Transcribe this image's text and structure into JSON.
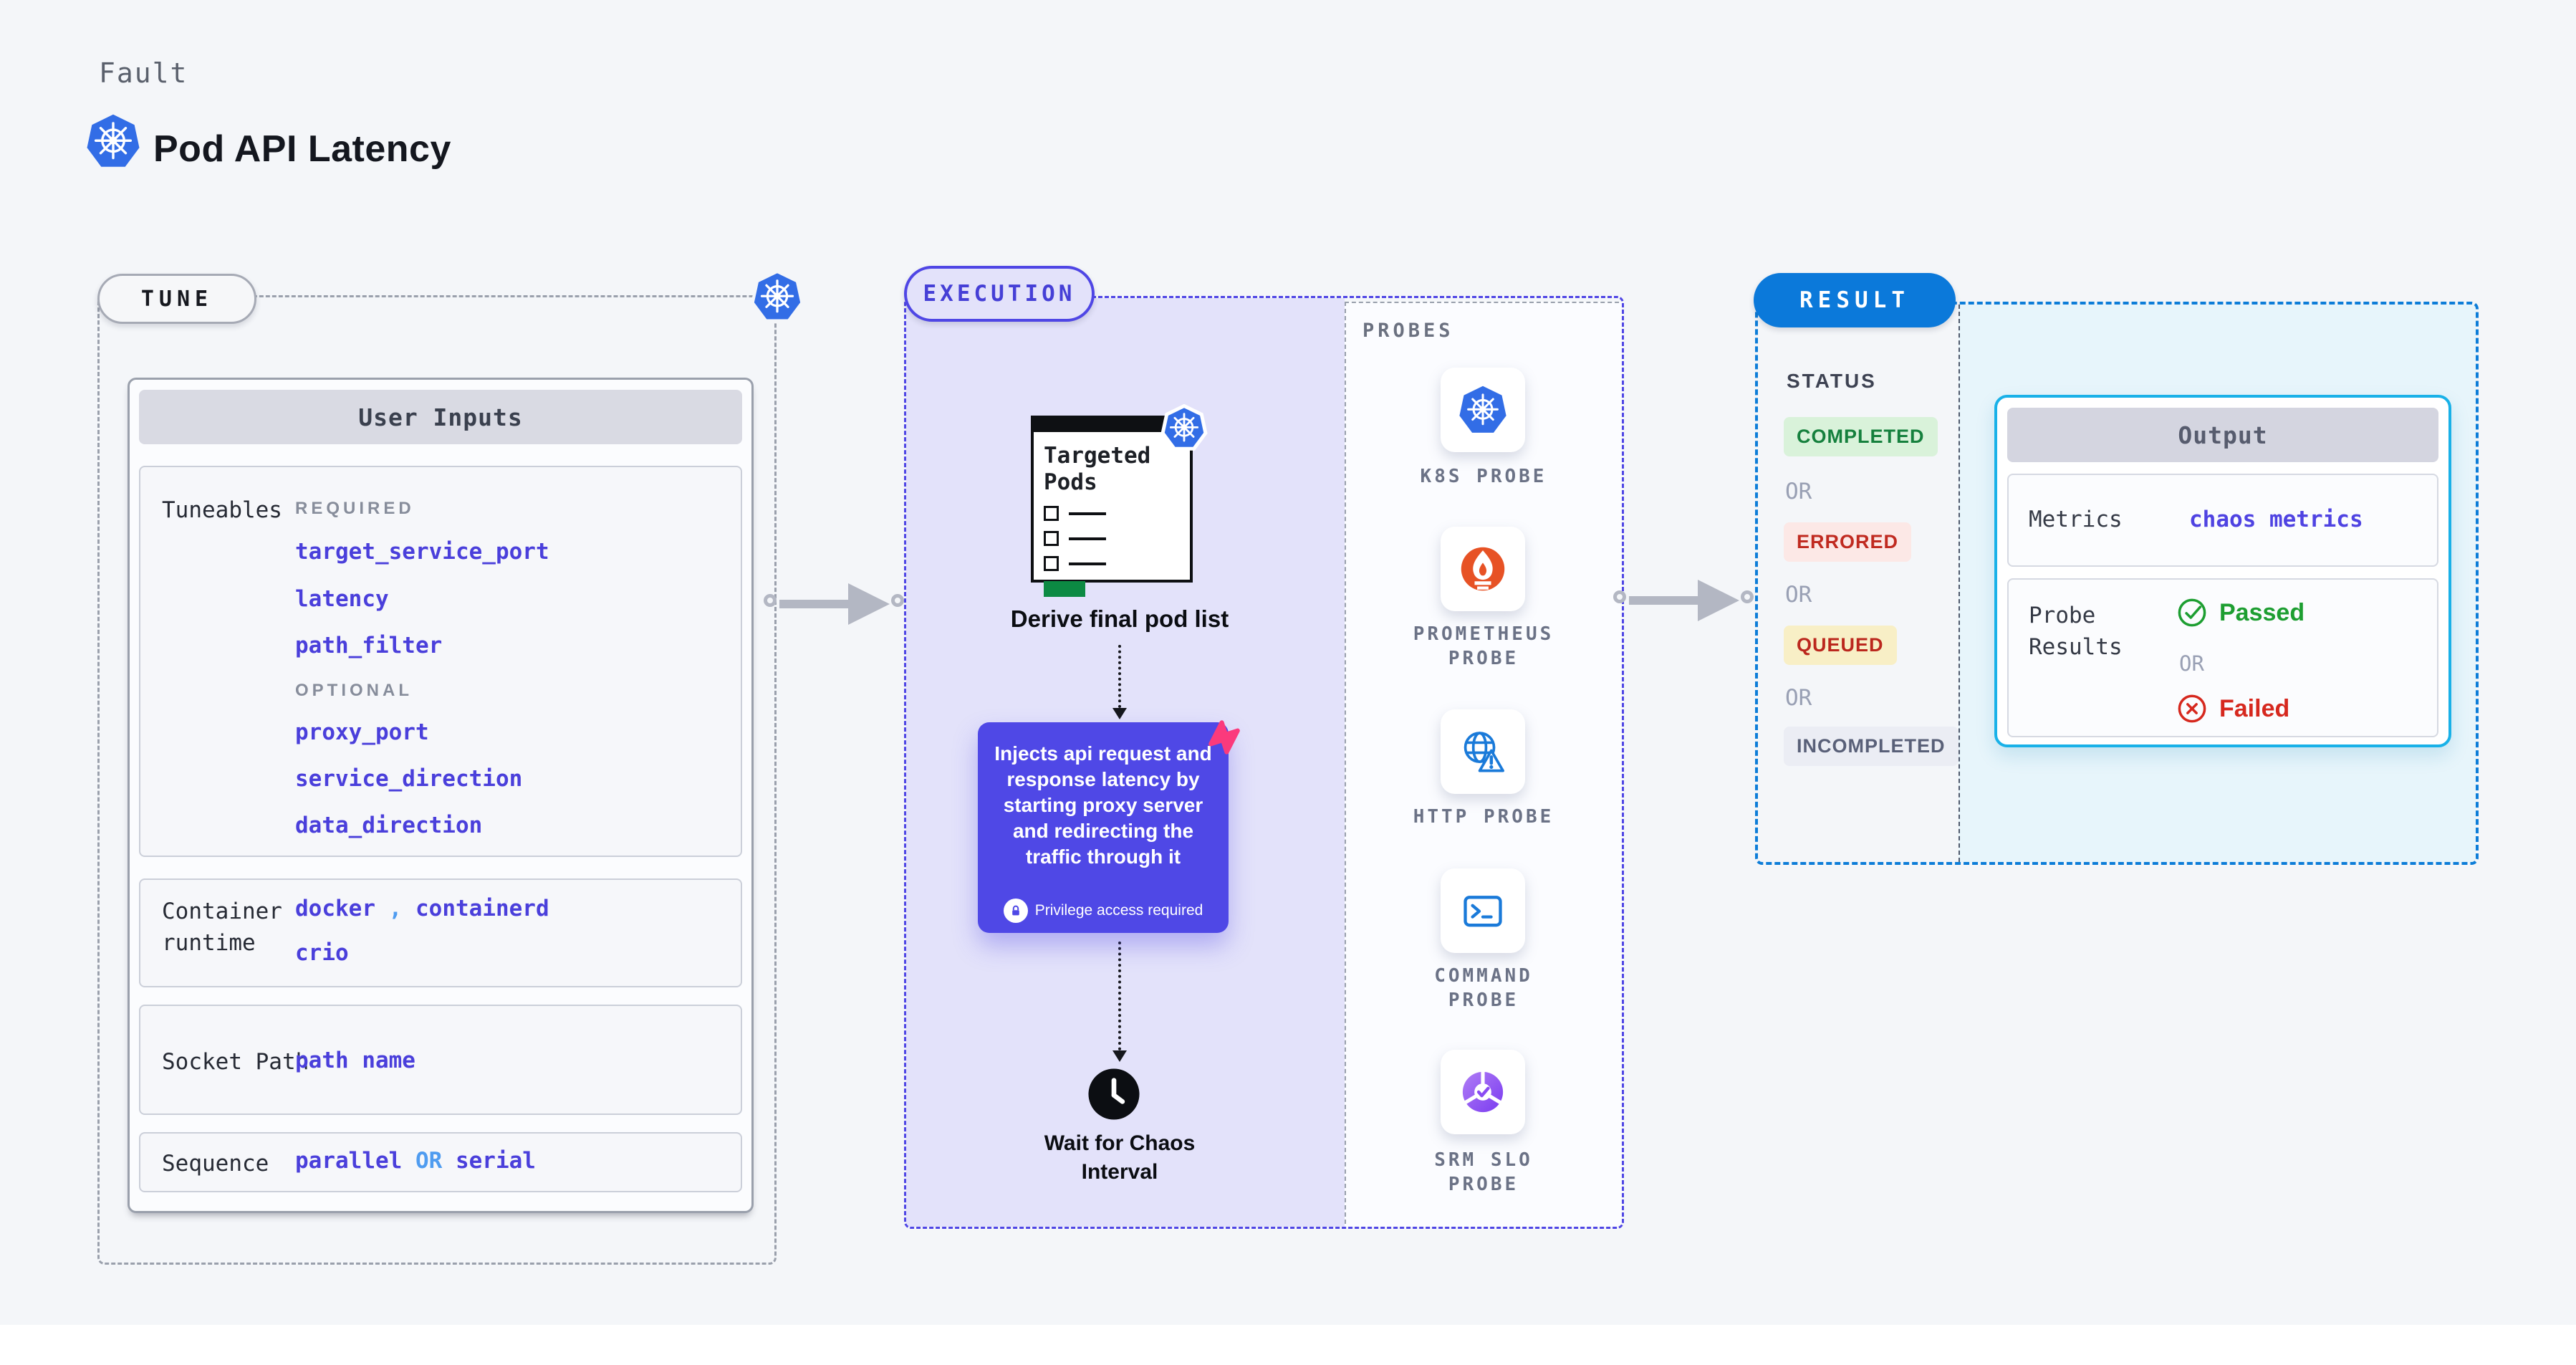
{
  "header": {
    "eyebrow": "Fault",
    "title": "Pod API Latency"
  },
  "tune": {
    "label": "TUNE",
    "user_inputs_title": "User Inputs",
    "tuneables_label": "Tuneables",
    "required_label": "REQUIRED",
    "required_params": [
      "target_service_port",
      "latency",
      "path_filter"
    ],
    "optional_label": "OPTIONAL",
    "optional_params": [
      "proxy_port",
      "service_direction",
      "data_direction"
    ],
    "runtime": {
      "label": "Container runtime",
      "v1": "docker",
      "sep": ",",
      "v2": "containerd",
      "v3": "crio"
    },
    "socket": {
      "label": "Socket Path",
      "value": "path name"
    },
    "sequence": {
      "label": "Sequence",
      "v1": "parallel",
      "or": "OR",
      "v2": "serial"
    }
  },
  "execution": {
    "label": "EXECUTION",
    "targeted_pods": "Targeted Pods",
    "derive_label": "Derive final pod list",
    "inject_text": "Injects api request and response latency by starting proxy server and redirecting the traffic through it",
    "privilege_text": "Privilege access required",
    "wait_label": "Wait for Chaos Interval"
  },
  "probes": {
    "title": "PROBES",
    "items": [
      {
        "icon": "kubernetes-icon",
        "label": "K8S PROBE"
      },
      {
        "icon": "prometheus-icon",
        "label": "PROMETHEUS PROBE"
      },
      {
        "icon": "globe-warning-icon",
        "label": "HTTP PROBE"
      },
      {
        "icon": "terminal-icon",
        "label": "COMMAND PROBE"
      },
      {
        "icon": "slo-gauge-icon",
        "label": "SRM SLO PROBE"
      }
    ]
  },
  "result": {
    "label": "RESULT",
    "status_title": "STATUS",
    "or_label": "OR",
    "statuses": [
      {
        "label": "COMPLETED",
        "color": "#15803d",
        "bg": "#d9f2da"
      },
      {
        "label": "ERRORED",
        "color": "#c02a20",
        "bg": "#fce8e6"
      },
      {
        "label": "QUEUED",
        "color": "#bb271d",
        "bg": "#f8efc6"
      },
      {
        "label": "INCOMPLETED",
        "color": "#596078",
        "bg": "#ebedf4"
      }
    ],
    "output": {
      "title": "Output",
      "metrics_label": "Metrics",
      "metrics_value": "chaos metrics",
      "probe_results_label": "Probe Results",
      "passed_label": "Passed",
      "or_label": "OR",
      "failed_label": "Failed"
    }
  },
  "colors": {
    "kubernetes_blue": "#326de6",
    "indigo_accent": "#4f46e5",
    "inject_purple": "#4f48e6",
    "param_blue": "#4a3fdb",
    "link_light_blue": "#4f9cf0",
    "result_blue": "#0b79da",
    "output_cyan": "#19b1e8",
    "passed_green": "#1d9e31",
    "failed_red": "#d6281e",
    "prometheus_orange": "#e75225",
    "chaos_pink": "#fb3a7c",
    "pod_green_bar": "#0c8a43",
    "page_bg": "#f4f6f9",
    "lavender_bg": "#e3e2fa"
  }
}
